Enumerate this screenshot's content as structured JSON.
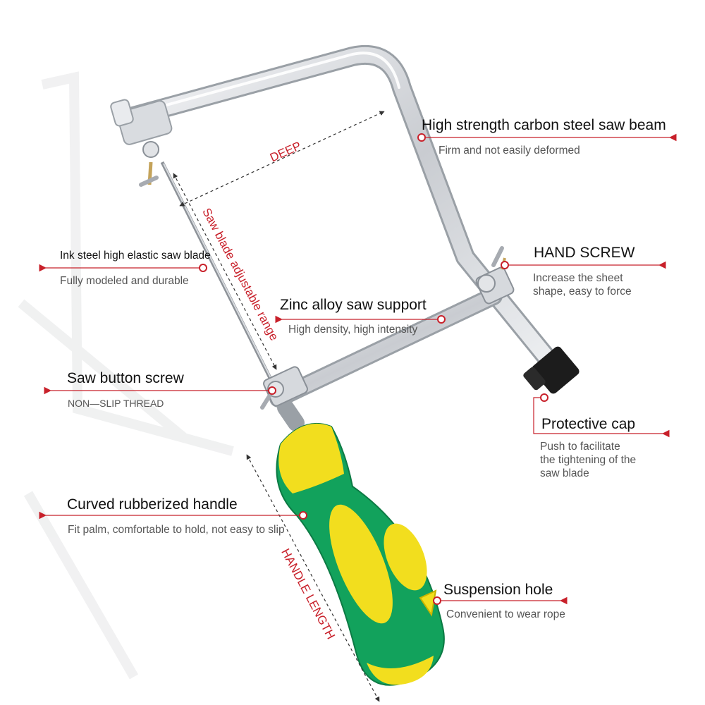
{
  "colors": {
    "accent": "#c8202a",
    "handle_yellow": "#f2de1e",
    "handle_green": "#12a25c",
    "frame_silver": "#d6d9dd",
    "cap_black": "#1c1c1c"
  },
  "callouts": {
    "beam": {
      "title": "High strength carbon steel saw beam",
      "desc": "Firm and not easily deformed"
    },
    "blade": {
      "title": "Ink steel high elastic saw blade",
      "desc": "Fully modeled and durable"
    },
    "hand_screw": {
      "title": "HAND SCREW",
      "desc_line1": "Increase the sheet",
      "desc_line2": "shape, easy to force"
    },
    "support": {
      "title": "Zinc alloy saw support",
      "desc": "High density, high intensity"
    },
    "button_screw": {
      "title": "Saw button screw",
      "desc": "NON—SLIP THREAD"
    },
    "cap": {
      "title": "Protective cap",
      "desc_line1": "Push to facilitate",
      "desc_line2": "the tightening of the",
      "desc_line3": "saw blade"
    },
    "handle": {
      "title": "Curved rubberized handle",
      "desc": "Fit palm, comfortable to hold, not easy to slip"
    },
    "hole": {
      "title": "Suspension hole",
      "desc": "Convenient to wear rope"
    }
  },
  "dimensions": {
    "deep": "DEEP",
    "blade_range": "Saw blade adjustable range",
    "handle_length": "HANDLE LENGTH"
  }
}
